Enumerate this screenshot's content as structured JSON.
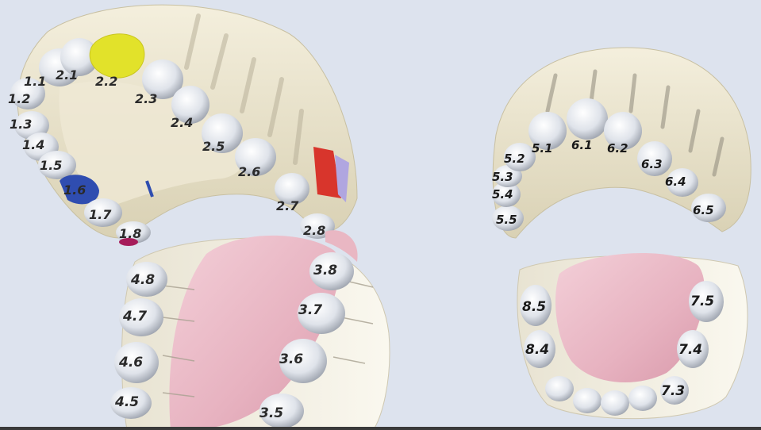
{
  "adult_upper_labels": [
    "1.2",
    "1.1",
    "2.1",
    "2.2",
    "2.3",
    "2.4",
    "2.5",
    "2.6",
    "2.7",
    "2.8",
    "1.3",
    "1.4",
    "1.5",
    "1.6",
    "1.7",
    "1.8"
  ],
  "adult_lower_labels": [
    "4.8",
    "4.7",
    "4.6",
    "4.5",
    "3.8",
    "3.7",
    "3.6",
    "3.5"
  ],
  "child_upper_labels": [
    "5.5",
    "5.4",
    "5.3",
    "5.2",
    "5.1",
    "6.1",
    "6.2",
    "6.3",
    "6.4",
    "6.5"
  ],
  "child_lower_labels": [
    "8.5",
    "8.4",
    "7.5",
    "7.4",
    "7.3"
  ],
  "colors": {
    "background": "#dde3ee",
    "gum_upper": "#ece6cf",
    "tongue": "#e9b7c3",
    "tooth": "#eef0f3",
    "highlight_yellow": "#e2e22a",
    "highlight_blue": "#2f4db0",
    "highlight_red": "#d8352c",
    "highlight_purple": "#b0a6e0",
    "highlight_magenta": "#a61c5a"
  }
}
